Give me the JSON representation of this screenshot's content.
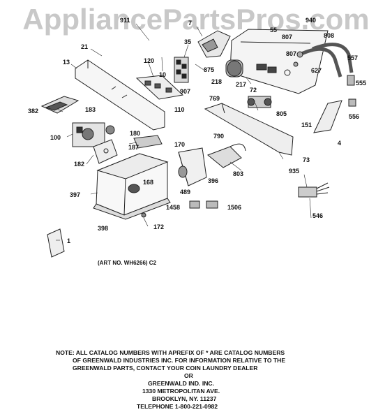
{
  "watermark": "AppliancePartsPros.com",
  "callouts": {
    "p911": "911",
    "p7": "7",
    "p55": "55",
    "p940": "940",
    "p807a": "807",
    "p808": "808",
    "p21": "21",
    "p13": "13",
    "p120": "120",
    "p10": "10",
    "p35": "35",
    "p875": "875",
    "p218": "218",
    "p217": "217",
    "p72": "72",
    "p907": "907",
    "p769": "769",
    "p110": "110",
    "p807b": "807",
    "p627": "627",
    "p557": "557",
    "p555": "555",
    "p556": "556",
    "p805": "805",
    "p382": "382",
    "p183": "183",
    "p180": "180",
    "p100": "100",
    "p170": "170",
    "p187": "187",
    "p182": "182",
    "p790": "790",
    "p151": "151",
    "p4": "4",
    "p73": "73",
    "p803": "803",
    "p935": "935",
    "p168": "168",
    "p489": "489",
    "p396": "396",
    "p397": "397",
    "p546": "546",
    "p1458": "1458",
    "p1506": "1506",
    "p398": "398",
    "p172": "172",
    "p1": "1"
  },
  "art_no": "(ART NO. WH6266) C2",
  "note_lines": [
    "NOTE: ALL CATALOG NUMBERS WITH APREFIX OF * ARE CATALOG NUMBERS",
    "OF GREENWALD INDUSTRIES INC. FOR INFORMATION RELATIVE TO THE",
    "GREENWALD PARTS, CONTACT YOUR COIN LAUNDRY DEALER",
    "OR",
    "GREENWALD IND. INC.",
    "1330 METROPOLITAN AVE.",
    "BROOKLYN, NY. 11237",
    "TELEPHONE 1-800-221-0982"
  ]
}
